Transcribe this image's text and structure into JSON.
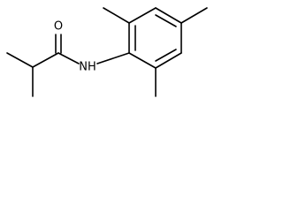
{
  "molecule": {
    "atoms": [
      {
        "id": "carbonyl-oxygen",
        "symbol": "O"
      },
      {
        "id": "amide-nitrogen",
        "symbol": "NH"
      }
    ]
  }
}
